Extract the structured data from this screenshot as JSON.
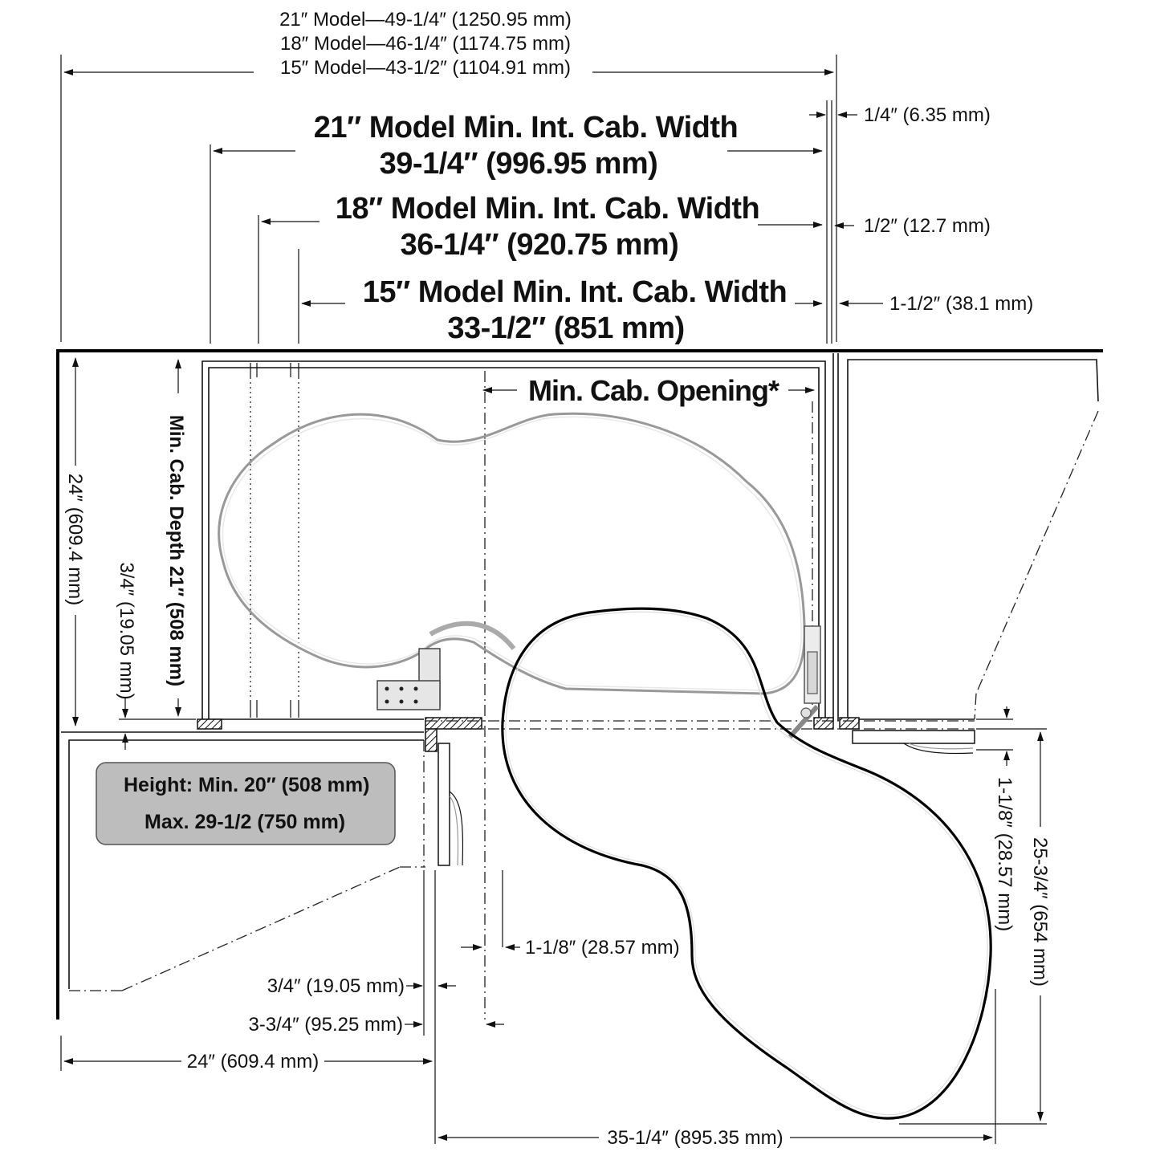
{
  "top_overall": {
    "line1": "21″ Model—49-1/4″ (1250.95 mm)",
    "line2": "18″ Model—46-1/4″ (1174.75 mm)",
    "line3": "15″ Model—43-1/2″ (1104.91 mm)"
  },
  "cab_widths": {
    "w21_line1": "21″ Model Min. Int. Cab. Width",
    "w21_line2": "39-1/4″ (996.95 mm)",
    "w18_line1": "18″ Model Min. Int. Cab. Width",
    "w18_line2": "36-1/4″ (920.75 mm)",
    "w15_line1": "15″ Model Min. Int. Cab. Width",
    "w15_line2": "33-1/2″ (851 mm)"
  },
  "right_offsets": {
    "quarter": "1/4″ (6.35 mm)",
    "half": "1/2″ (12.7 mm)",
    "one_half": "1-1/2″ (38.1 mm)"
  },
  "min_cab_opening": "Min. Cab. Opening*",
  "min_cab_depth": "Min. Cab. Depth 21″ (508 mm)",
  "left_depth": "24″ (609.4 mm)",
  "face_frame_left": "3/4″ (19.05 mm)",
  "height_box": {
    "line1": "Height:  Min. 20″ (508 mm)",
    "line2": "Max. 29-1/2 (750 mm)",
    "fill": "#bdbdbd"
  },
  "bottom_dims": {
    "gap_center": "1-1/8″ (28.57 mm)",
    "face_frame": "3/4″ (19.05 mm)",
    "offset": "3-3/4″ (95.25 mm)",
    "left_width": "24″ (609.4 mm)",
    "right_width": "35-1/4″ (895.35 mm)"
  },
  "right_dims": {
    "gap": "1-1/8″ (28.57 mm)",
    "depth": "25-3/4″ (654 mm)"
  }
}
